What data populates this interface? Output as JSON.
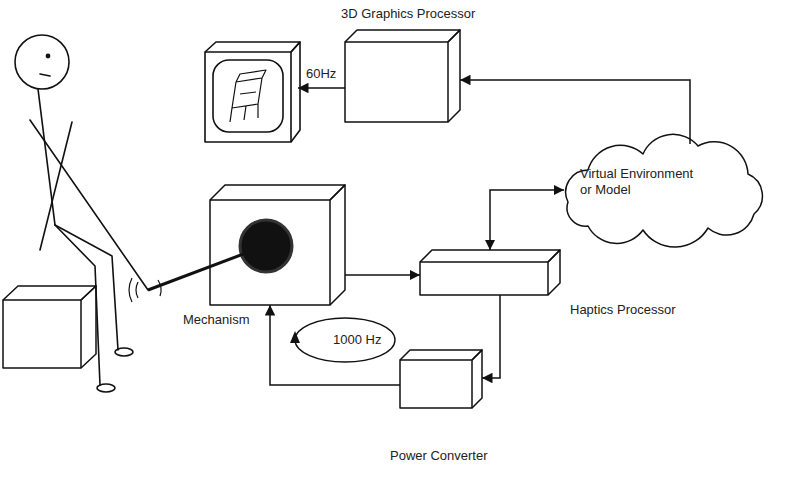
{
  "diagram": {
    "nodes": [
      {
        "text": [
          "3D Graphics Processor"
        ]
      },
      {
        "text": [
          "Virtual Environment or Model"
        ]
      },
      {
        "text": [
          "Mechanism"
        ]
      },
      {
        "text": [
          "Haptics Processor"
        ]
      },
      {
        "text": [
          "Power Converter"
        ]
      }
    ],
    "edges": [
      {
        "from": 1,
        "to": 0,
        "arrow": "to"
      },
      {
        "from": 3,
        "to": 1,
        "arrow": "both"
      },
      {
        "from": 2,
        "to": 3,
        "arrow": "to"
      },
      {
        "from": 3,
        "to": 4,
        "arrow": "to"
      },
      {
        "from": 4,
        "to": 2,
        "arrow": "to"
      }
    ],
    "labels": [
      "60Hz",
      "1000 Hz"
    ]
  }
}
